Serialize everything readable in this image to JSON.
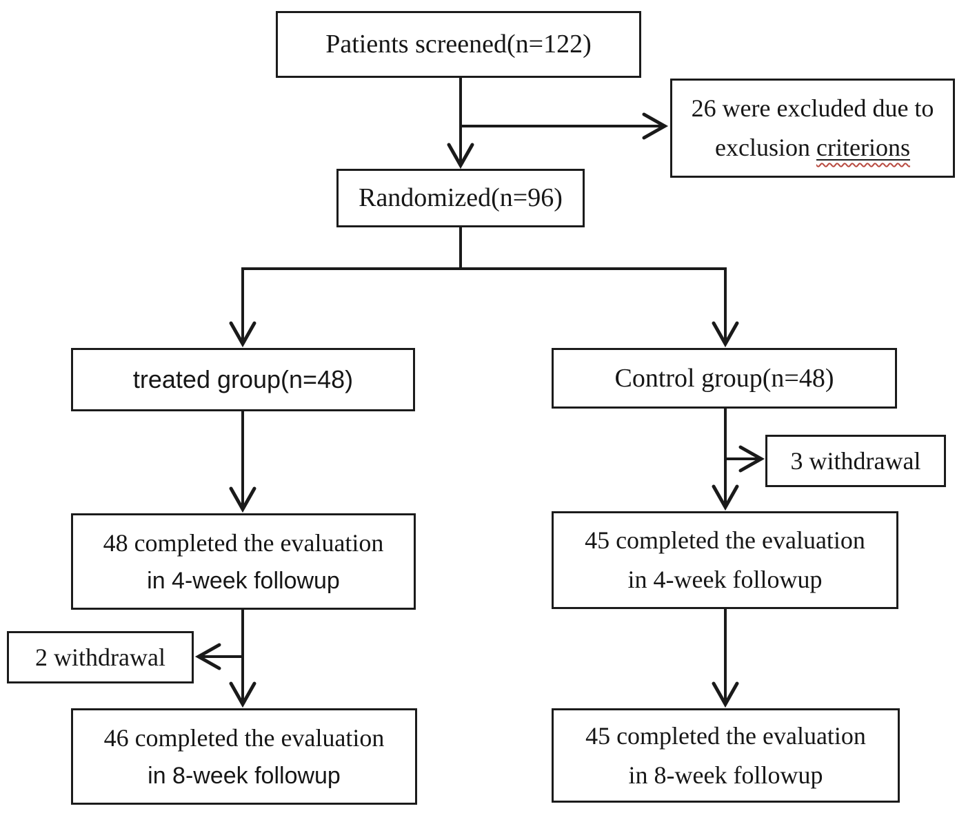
{
  "diagram": {
    "type": "consort-patient-flowchart",
    "background_color": "#ffffff",
    "line_color": "#1a1a1a",
    "spellcheck_squiggle_color": "#b8493f",
    "nodes": {
      "screened": {
        "label": "Patients screened(n=122)"
      },
      "excluded": {
        "line1": "26 were excluded due to",
        "line2_prefix": "exclusion",
        "line2_marked": "criterions"
      },
      "randomized": {
        "label": "Randomized(n=96)"
      },
      "treated_group": {
        "label": "treated group(n=48)"
      },
      "control_group": {
        "label": "Control group(n=48)"
      },
      "control_withdrawal": {
        "label": "3 withdrawal"
      },
      "treated_4week": {
        "line1": "48 completed the evaluation",
        "line2": "in 4-week followup"
      },
      "control_4week": {
        "line1": "45 completed the evaluation",
        "line2": "in 4-week followup"
      },
      "treated_withdrawal": {
        "label": "2 withdrawal"
      },
      "treated_8week": {
        "line1": "46 completed the evaluation",
        "line2": "in 8-week followup"
      },
      "control_8week": {
        "line1": "45 completed the evaluation",
        "line2": "in 8-week followup"
      }
    }
  }
}
